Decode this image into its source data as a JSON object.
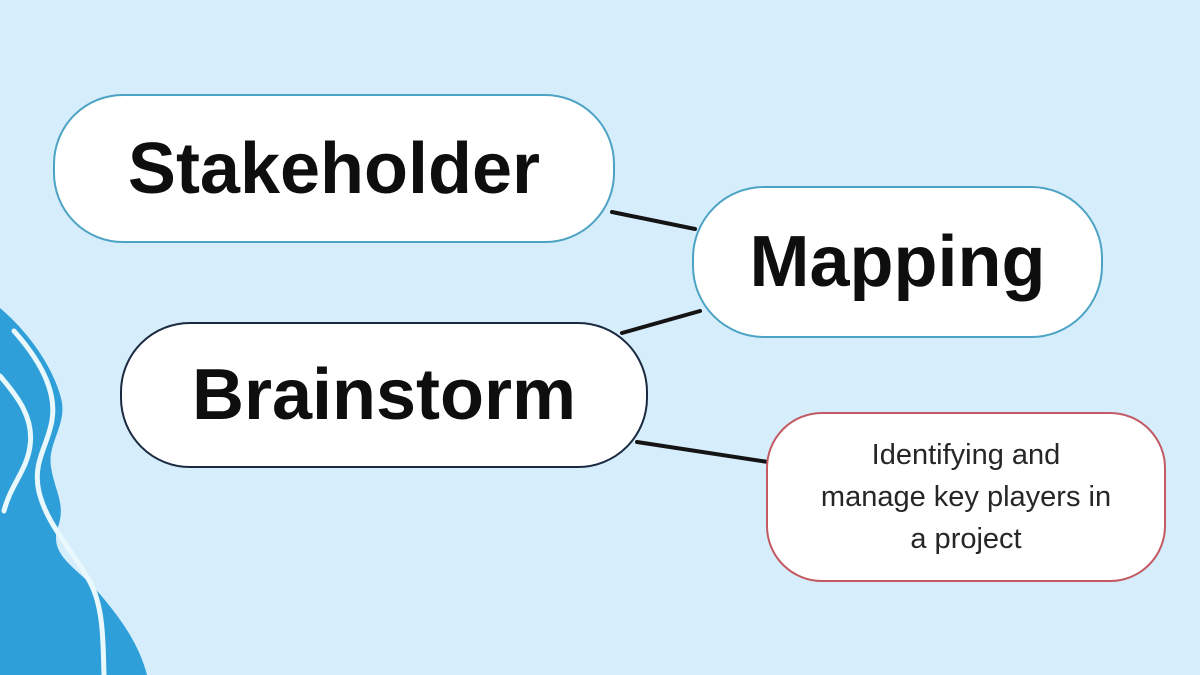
{
  "page": {
    "background_color": "#d6edfb"
  },
  "decoration": {
    "wave_fill_color": "#2e9fd9",
    "wave_line_color": "#e9f8fc"
  },
  "connectors": {
    "color": "#141414",
    "links": [
      {
        "from": "stakeholder",
        "to": "mapping"
      },
      {
        "from": "brainstorm",
        "to": "mapping"
      },
      {
        "from": "brainstorm",
        "to": "description"
      }
    ]
  },
  "nodes": {
    "stakeholder": {
      "label": "Stakeholder",
      "border_color": "#4da3c4",
      "text_color": "#0e0e0e"
    },
    "mapping": {
      "label": "Mapping",
      "border_color": "#4da3c4",
      "text_color": "#0e0e0e"
    },
    "brainstorm": {
      "label": "Brainstorm",
      "border_color": "#1b2a41",
      "text_color": "#0e0e0e"
    },
    "description": {
      "text": "Identifying and manage key players in a project",
      "lines": [
        "Identifying and",
        "manage key players in",
        "a project"
      ],
      "border_color": "#c35a63",
      "text_color": "#262626"
    }
  }
}
